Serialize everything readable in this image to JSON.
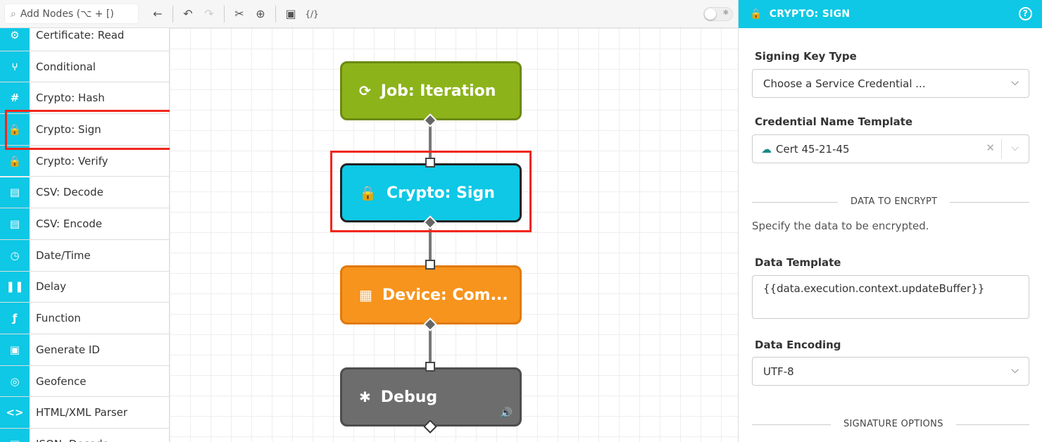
{
  "toolbar": {
    "search_placeholder": "Add Nodes (⌥ + [)",
    "debug_toggle": false
  },
  "sidebar": {
    "items": [
      {
        "label": "Certificate: Read",
        "icon": "⚙"
      },
      {
        "label": "Conditional",
        "icon": "⑂"
      },
      {
        "label": "Crypto: Hash",
        "icon": "#"
      },
      {
        "label": "Crypto: Sign",
        "icon": "🔒"
      },
      {
        "label": "Crypto: Verify",
        "icon": "🔒"
      },
      {
        "label": "CSV: Decode",
        "icon": "▤"
      },
      {
        "label": "CSV: Encode",
        "icon": "▤"
      },
      {
        "label": "Date/Time",
        "icon": "◷"
      },
      {
        "label": "Delay",
        "icon": "❚❚"
      },
      {
        "label": "Function",
        "icon": "ƒ"
      },
      {
        "label": "Generate ID",
        "icon": "▣"
      },
      {
        "label": "Geofence",
        "icon": "◎"
      },
      {
        "label": "HTML/XML Parser",
        "icon": "<>"
      },
      {
        "label": "JSON: Decode",
        "icon": "▤"
      }
    ]
  },
  "nodes": [
    {
      "label": "Job: Iteration",
      "color": "#8db31b",
      "border": "#6b8a12"
    },
    {
      "label": "Crypto: Sign",
      "color": "#0ec8e5",
      "border": "#222222"
    },
    {
      "label": "Device: Com...",
      "color": "#f7941d",
      "border": "#e07a0a"
    },
    {
      "label": "Debug",
      "color": "#6d6d6d",
      "border": "#4d4d4d"
    }
  ],
  "highlight_color": "#f0271b",
  "panel": {
    "title": "CRYPTO: SIGN",
    "signing_key_type_label": "Signing Key Type",
    "signing_key_type_value": "Choose a Service Credential ...",
    "credential_label": "Credential Name Template",
    "credential_value": "Cert 45-21-45",
    "section_data": "DATA TO ENCRYPT",
    "section_desc": "Specify the data to be encrypted.",
    "data_template_label": "Data Template",
    "data_template_value": "{{data.execution.context.updateBuffer}}",
    "data_encoding_label": "Data Encoding",
    "data_encoding_value": "UTF-8",
    "section_sig": "SIGNATURE OPTIONS"
  }
}
